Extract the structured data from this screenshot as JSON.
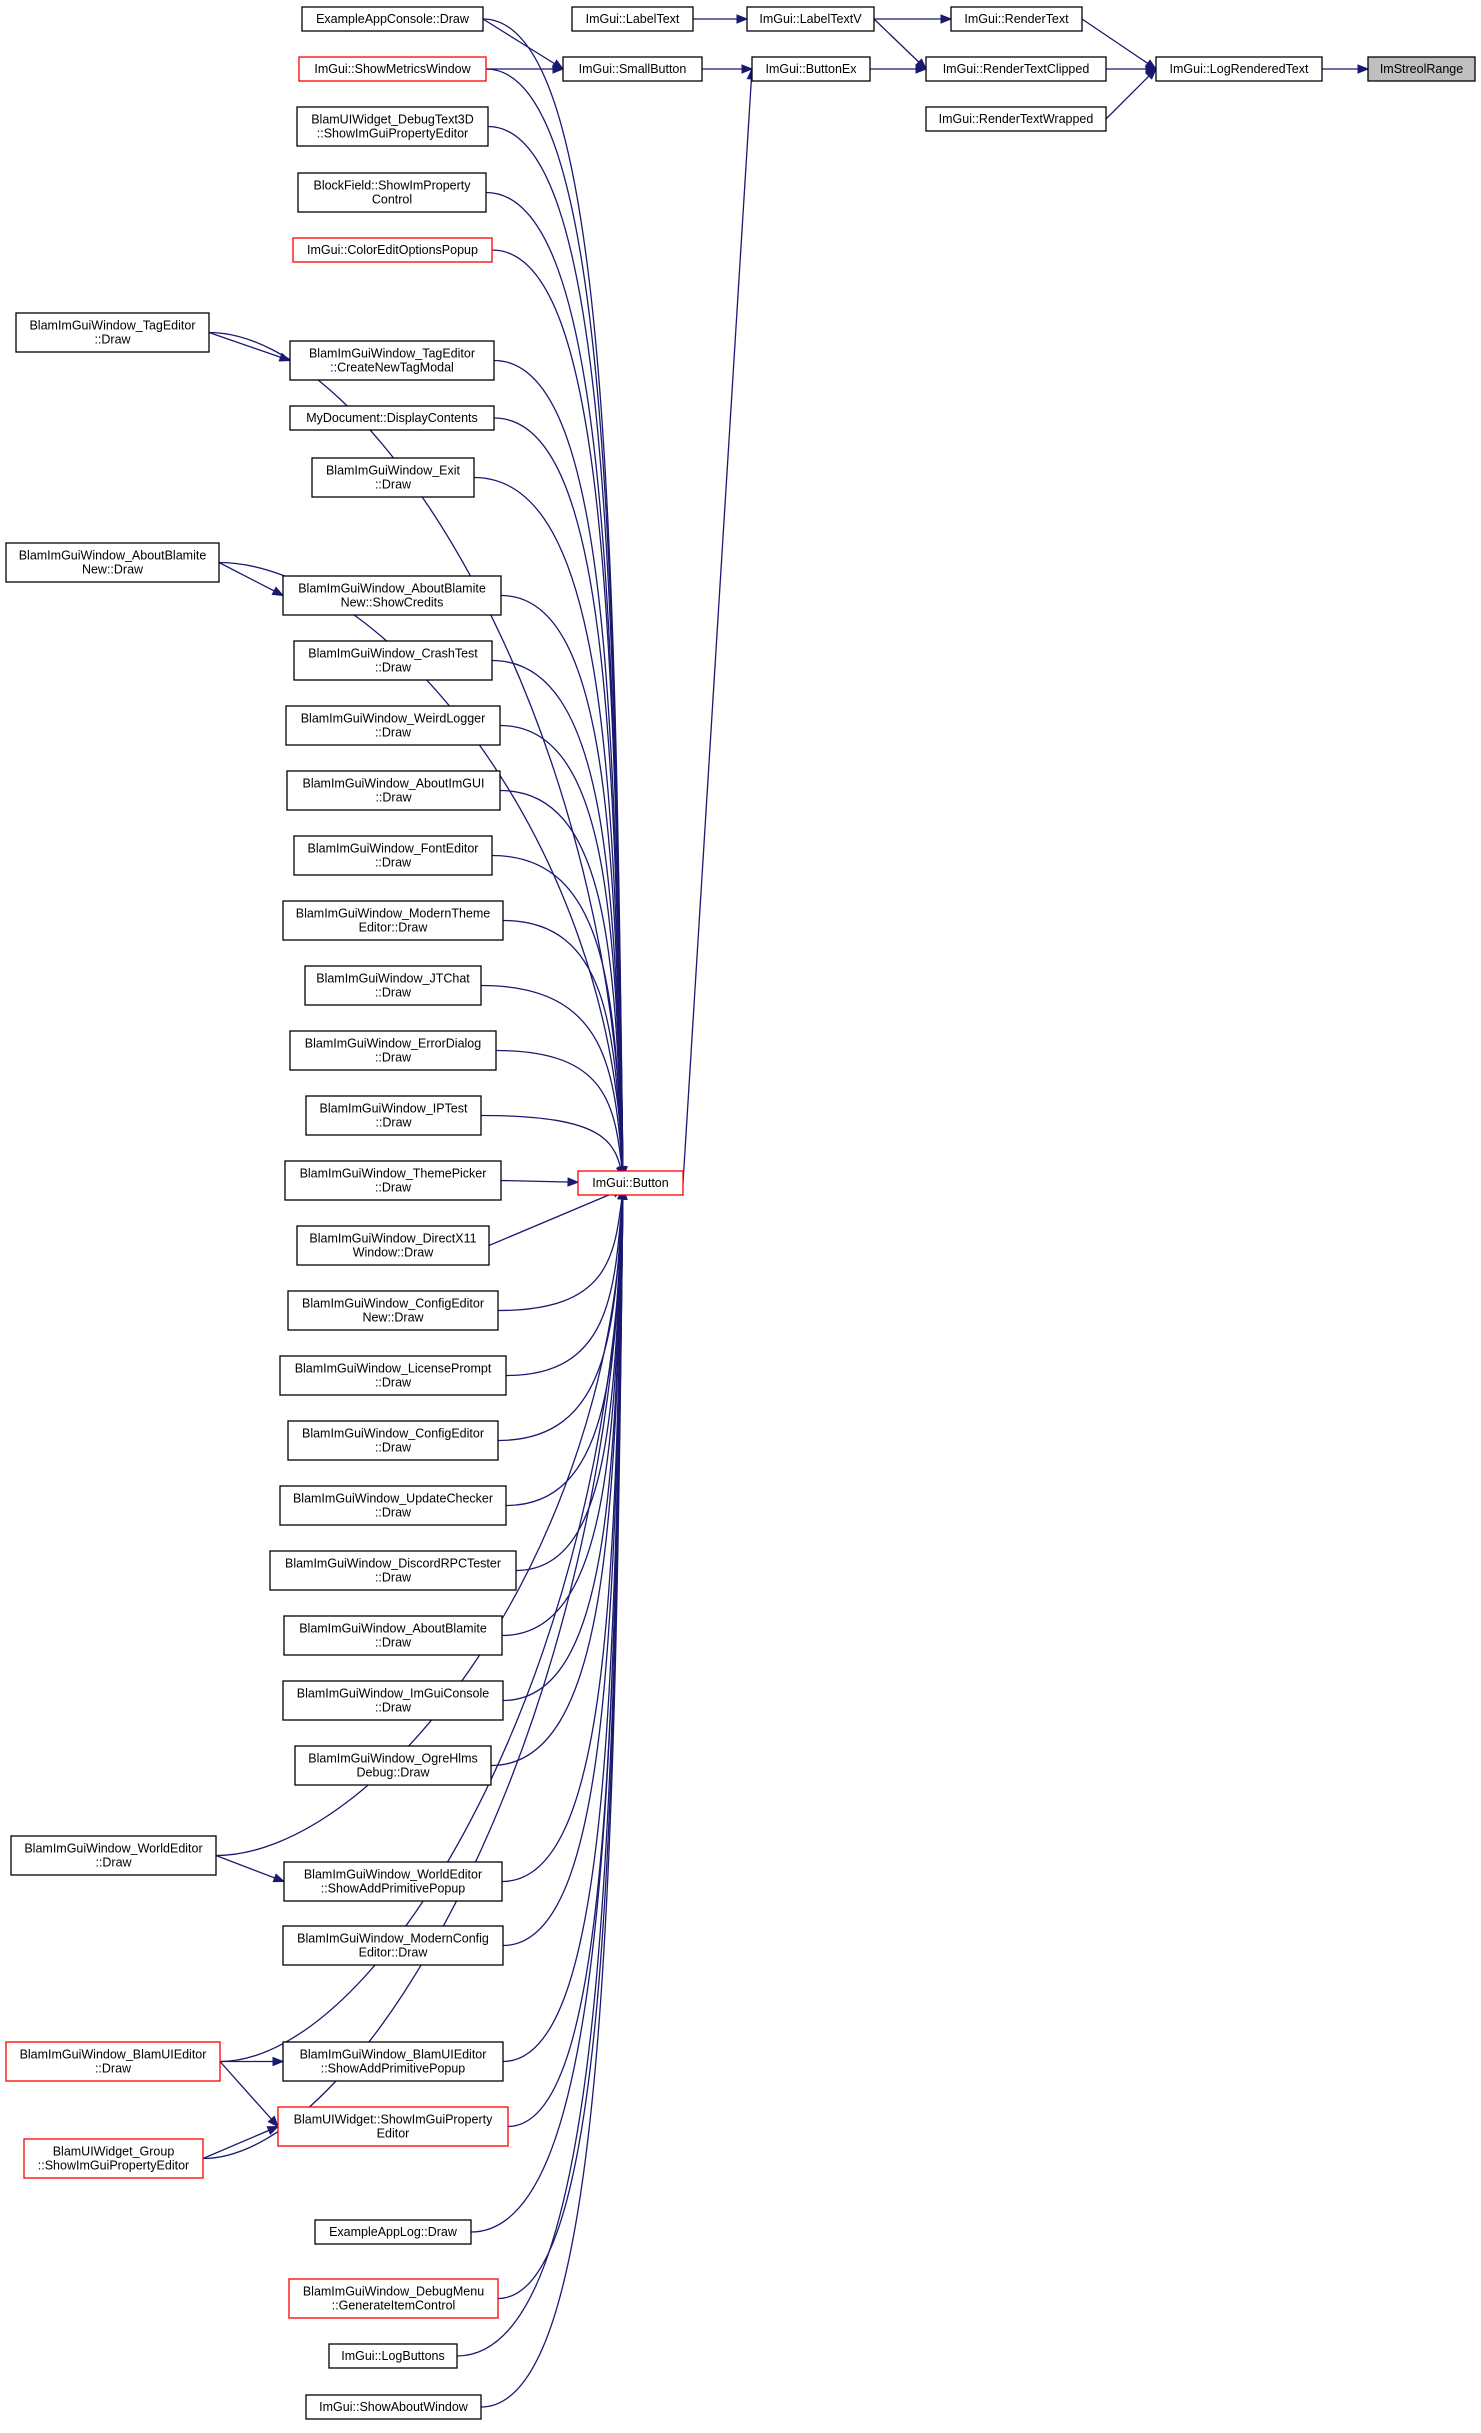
{
  "colors": {
    "edge": "#191970",
    "node_border": "#000000",
    "node_border_incomplete": "#ff0000",
    "current_node_fill": "#bfbfbf"
  },
  "nodes": [
    {
      "id": "imstreqlrange",
      "lines": [
        "ImStreolRange"
      ],
      "current": true
    },
    {
      "id": "logrenderedtext",
      "lines": [
        "ImGui::LogRenderedText"
      ]
    },
    {
      "id": "rendertext",
      "lines": [
        "ImGui::RenderText"
      ]
    },
    {
      "id": "rendertextclipped",
      "lines": [
        "ImGui::RenderTextClipped"
      ]
    },
    {
      "id": "rendertextwrapped",
      "lines": [
        "ImGui::RenderTextWrapped"
      ]
    },
    {
      "id": "labeltext",
      "lines": [
        "ImGui::LabelText"
      ]
    },
    {
      "id": "labeltextv",
      "lines": [
        "ImGui::LabelTextV"
      ]
    },
    {
      "id": "smallbutton",
      "lines": [
        "ImGui::SmallButton"
      ]
    },
    {
      "id": "buttonex",
      "lines": [
        "ImGui::ButtonEx"
      ]
    },
    {
      "id": "button",
      "lines": [
        "ImGui::Button"
      ],
      "red": true
    },
    {
      "id": "exampleappconsole",
      "lines": [
        "ExampleAppConsole::Draw"
      ]
    },
    {
      "id": "showmetricswindow",
      "lines": [
        "ImGui::ShowMetricsWindow"
      ],
      "red": true
    },
    {
      "id": "debugtext3d",
      "lines": [
        "BlamUIWidget_DebugText3D",
        "::ShowImGuiPropertyEditor"
      ]
    },
    {
      "id": "blockfield",
      "lines": [
        "BlockField::ShowImProperty",
        "Control"
      ]
    },
    {
      "id": "coloreditoptions",
      "lines": [
        "ImGui::ColorEditOptionsPopup"
      ],
      "red": true
    },
    {
      "id": "tageditor_draw",
      "lines": [
        "BlamImGuiWindow_TagEditor",
        "::Draw"
      ]
    },
    {
      "id": "tageditor_create",
      "lines": [
        "BlamImGuiWindow_TagEditor",
        "::CreateNewTagModal"
      ]
    },
    {
      "id": "mydocument",
      "lines": [
        "MyDocument::DisplayContents"
      ]
    },
    {
      "id": "exit",
      "lines": [
        "BlamImGuiWindow_Exit",
        "::Draw"
      ]
    },
    {
      "id": "aboutnew_draw",
      "lines": [
        "BlamImGuiWindow_AboutBlamite",
        "New::Draw"
      ]
    },
    {
      "id": "aboutnew_credits",
      "lines": [
        "BlamImGuiWindow_AboutBlamite",
        "New::ShowCredits"
      ]
    },
    {
      "id": "crashtest",
      "lines": [
        "BlamImGuiWindow_CrashTest",
        "::Draw"
      ]
    },
    {
      "id": "weirdlogger",
      "lines": [
        "BlamImGuiWindow_WeirdLogger",
        "::Draw"
      ]
    },
    {
      "id": "aboutimgui",
      "lines": [
        "BlamImGuiWindow_AboutImGUI",
        "::Draw"
      ]
    },
    {
      "id": "fonteditor",
      "lines": [
        "BlamImGuiWindow_FontEditor",
        "::Draw"
      ]
    },
    {
      "id": "moderntheme",
      "lines": [
        "BlamImGuiWindow_ModernTheme",
        "Editor::Draw"
      ]
    },
    {
      "id": "jtchat",
      "lines": [
        "BlamImGuiWindow_JTChat",
        "::Draw"
      ]
    },
    {
      "id": "errordialog",
      "lines": [
        "BlamImGuiWindow_ErrorDialog",
        "::Draw"
      ]
    },
    {
      "id": "iptest",
      "lines": [
        "BlamImGuiWindow_IPTest",
        "::Draw"
      ]
    },
    {
      "id": "themepicker",
      "lines": [
        "BlamImGuiWindow_ThemePicker",
        "::Draw"
      ]
    },
    {
      "id": "directx11",
      "lines": [
        "BlamImGuiWindow_DirectX11",
        "Window::Draw"
      ]
    },
    {
      "id": "configeditornew",
      "lines": [
        "BlamImGuiWindow_ConfigEditor",
        "New::Draw"
      ]
    },
    {
      "id": "licenseprompt",
      "lines": [
        "BlamImGuiWindow_LicensePrompt",
        "::Draw"
      ]
    },
    {
      "id": "configeditor",
      "lines": [
        "BlamImGuiWindow_ConfigEditor",
        "::Draw"
      ]
    },
    {
      "id": "updatechecker",
      "lines": [
        "BlamImGuiWindow_UpdateChecker",
        "::Draw"
      ]
    },
    {
      "id": "discordrpc",
      "lines": [
        "BlamImGuiWindow_DiscordRPCTester",
        "::Draw"
      ]
    },
    {
      "id": "aboutblamite",
      "lines": [
        "BlamImGuiWindow_AboutBlamite",
        "::Draw"
      ]
    },
    {
      "id": "imguiconsole",
      "lines": [
        "BlamImGuiWindow_ImGuiConsole",
        "::Draw"
      ]
    },
    {
      "id": "ogrehlms",
      "lines": [
        "BlamImGuiWindow_OgreHlms",
        "Debug::Draw"
      ]
    },
    {
      "id": "worldeditor_draw",
      "lines": [
        "BlamImGuiWindow_WorldEditor",
        "::Draw"
      ]
    },
    {
      "id": "worldeditor_popup",
      "lines": [
        "BlamImGuiWindow_WorldEditor",
        "::ShowAddPrimitivePopup"
      ]
    },
    {
      "id": "modernconfig",
      "lines": [
        "BlamImGuiWindow_ModernConfig",
        "Editor::Draw"
      ]
    },
    {
      "id": "blamuieditor_draw",
      "lines": [
        "BlamImGuiWindow_BlamUIEditor",
        "::Draw"
      ],
      "red": true
    },
    {
      "id": "blamuieditor_popup",
      "lines": [
        "BlamImGuiWindow_BlamUIEditor",
        "::ShowAddPrimitivePopup"
      ]
    },
    {
      "id": "blamuiwidget_prop",
      "lines": [
        "BlamUIWidget::ShowImGuiProperty",
        "Editor"
      ],
      "red": true
    },
    {
      "id": "widget_group",
      "lines": [
        "BlamUIWidget_Group",
        "::ShowImGuiPropertyEditor"
      ],
      "red": true
    },
    {
      "id": "exampleapplog",
      "lines": [
        "ExampleAppLog::Draw"
      ]
    },
    {
      "id": "debugmenu",
      "lines": [
        "BlamImGuiWindow_DebugMenu",
        "::GenerateItemControl"
      ],
      "red": true
    },
    {
      "id": "logbuttons",
      "lines": [
        "ImGui::LogButtons"
      ]
    },
    {
      "id": "showaboutwindow",
      "lines": [
        "ImGui::ShowAboutWindow"
      ]
    }
  ],
  "edges": [
    [
      "logrenderedtext",
      "imstreqlrange"
    ],
    [
      "rendertext",
      "logrenderedtext"
    ],
    [
      "rendertextclipped",
      "logrenderedtext"
    ],
    [
      "rendertextwrapped",
      "logrenderedtext"
    ],
    [
      "labeltextv",
      "rendertext"
    ],
    [
      "labeltextv",
      "rendertextclipped"
    ],
    [
      "buttonex",
      "rendertextclipped"
    ],
    [
      "labeltext",
      "labeltextv"
    ],
    [
      "smallbutton",
      "buttonex"
    ],
    [
      "button",
      "buttonex"
    ],
    [
      "exampleappconsole",
      "smallbutton"
    ],
    [
      "showmetricswindow",
      "smallbutton"
    ],
    [
      "exampleappconsole",
      "button"
    ],
    [
      "showmetricswindow",
      "button"
    ],
    [
      "debugtext3d",
      "button"
    ],
    [
      "blockfield",
      "button"
    ],
    [
      "coloreditoptions",
      "button"
    ],
    [
      "tageditor_draw",
      "button"
    ],
    [
      "tageditor_draw",
      "tageditor_create"
    ],
    [
      "tageditor_create",
      "button"
    ],
    [
      "mydocument",
      "button"
    ],
    [
      "exit",
      "button"
    ],
    [
      "aboutnew_draw",
      "button"
    ],
    [
      "aboutnew_draw",
      "aboutnew_credits"
    ],
    [
      "aboutnew_credits",
      "button"
    ],
    [
      "crashtest",
      "button"
    ],
    [
      "weirdlogger",
      "button"
    ],
    [
      "aboutimgui",
      "button"
    ],
    [
      "fonteditor",
      "button"
    ],
    [
      "moderntheme",
      "button"
    ],
    [
      "jtchat",
      "button"
    ],
    [
      "errordialog",
      "button"
    ],
    [
      "iptest",
      "button"
    ],
    [
      "themepicker",
      "button"
    ],
    [
      "directx11",
      "button"
    ],
    [
      "configeditornew",
      "button"
    ],
    [
      "licenseprompt",
      "button"
    ],
    [
      "configeditor",
      "button"
    ],
    [
      "updatechecker",
      "button"
    ],
    [
      "discordrpc",
      "button"
    ],
    [
      "aboutblamite",
      "button"
    ],
    [
      "imguiconsole",
      "button"
    ],
    [
      "ogrehlms",
      "button"
    ],
    [
      "worldeditor_draw",
      "button"
    ],
    [
      "worldeditor_draw",
      "worldeditor_popup"
    ],
    [
      "worldeditor_popup",
      "button"
    ],
    [
      "modernconfig",
      "button"
    ],
    [
      "blamuieditor_draw",
      "button"
    ],
    [
      "blamuieditor_draw",
      "blamuieditor_popup"
    ],
    [
      "blamuieditor_draw",
      "blamuiwidget_prop"
    ],
    [
      "blamuieditor_popup",
      "button"
    ],
    [
      "blamuiwidget_prop",
      "button"
    ],
    [
      "widget_group",
      "blamuiwidget_prop"
    ],
    [
      "widget_group",
      "button"
    ],
    [
      "exampleapplog",
      "button"
    ],
    [
      "debugmenu",
      "button"
    ],
    [
      "logbuttons",
      "button"
    ],
    [
      "showaboutwindow",
      "button"
    ]
  ]
}
